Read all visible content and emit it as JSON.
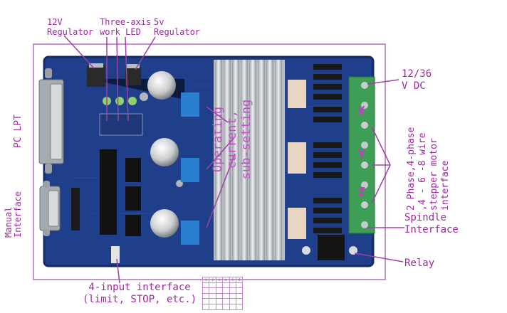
{
  "labels": {
    "regulator_12v": "12V\nRegulator",
    "three_axis_led": "Three-axis\nwork LED",
    "regulator_5v": "5v\nRegulator",
    "pc_lpt": "PC LPT",
    "manual_interface": "Manual\nInterface",
    "operating_current": "Operating\ncurrent,\nsub-setting",
    "input_interface": "4-input interface\n(limit, STOP, etc.)",
    "power_input": "12/36\nV DC",
    "motor_type": "2 Phase,4-phase\n,4 - 6 -8 wire\nstepper motor\ninterface",
    "spindle_interface": "Spindle\nInterface",
    "relay": "Relay",
    "axis_x": "X",
    "axis_y": "Y",
    "axis_z": "Z"
  },
  "colors": {
    "label": "#9a2a9a",
    "leader": "#a040a8",
    "frame": "#b070c0",
    "pcb": "#1f3f8a",
    "pcb_dark": "#152c66",
    "terminal": "#3f9e55",
    "heatsink": "#c9cdd2"
  },
  "mini_table": [
    [
      "1",
      "2",
      "3",
      "4",
      "5",
      "6"
    ],
    [
      "",
      "",
      "",
      "",
      "",
      ""
    ],
    [
      "",
      "",
      "",
      "",
      "",
      ""
    ],
    [
      "",
      "",
      "",
      "",
      "",
      ""
    ],
    [
      "",
      "",
      "",
      "",
      "",
      ""
    ],
    [
      "",
      "",
      "",
      "",
      "",
      ""
    ]
  ]
}
